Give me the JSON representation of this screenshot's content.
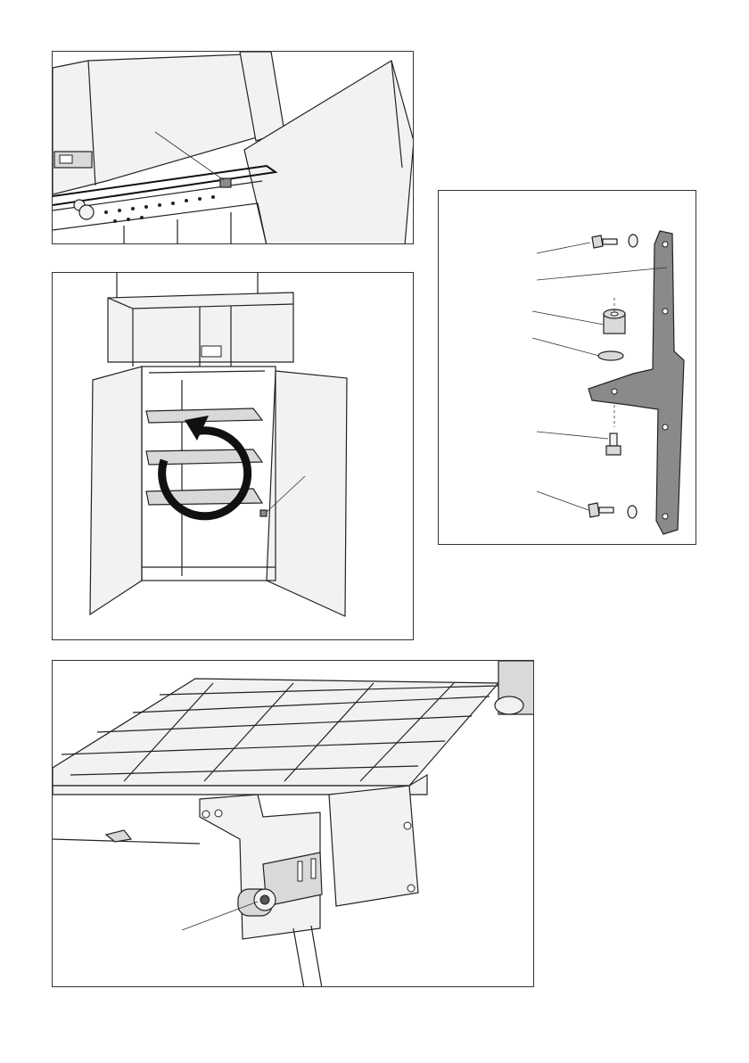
{
  "panels": [
    {
      "id": "top",
      "description_name": "oven-top-detail"
    },
    {
      "id": "cabinet",
      "description_name": "cabinet-rotation-view"
    },
    {
      "id": "parts",
      "description_name": "bracket-exploded-parts"
    },
    {
      "id": "bottom",
      "description_name": "underside-bracket-detail"
    }
  ],
  "icons": {
    "rotation": "rotate-counterclockwise-arrow-icon"
  },
  "colors": {
    "line": "#222222",
    "bracket": "#8a8a8a",
    "background": "#ffffff"
  }
}
